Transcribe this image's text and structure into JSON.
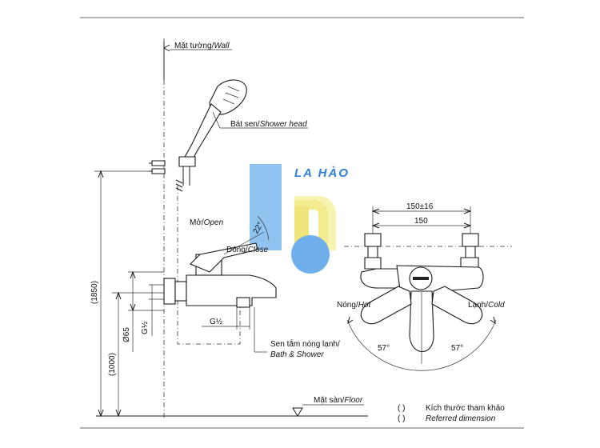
{
  "labels": {
    "wall": "Mặt tường/",
    "wall_en": "Wall",
    "shower_head": "Bát sen/",
    "shower_head_en": "Shower head",
    "open": "Mở/",
    "open_en": "Open",
    "close": "Đóng/",
    "close_en": "Close",
    "angle_22": "22°",
    "bath_shower": "Sen tắm nóng lạnh/",
    "bath_shower_en": "Bath & Shower",
    "hot": "Nóng/",
    "hot_en": "Hot",
    "cold": "Lạnh/",
    "cold_en": "Cold",
    "floor": "Mặt sàn/",
    "floor_en": "Floor",
    "ref_vi": "Kích thước tham khảo",
    "ref_en": "Referred dimension",
    "ref_brackets": "(      )"
  },
  "dimensions": {
    "d1850": "(1850)",
    "d1000": "(1000)",
    "d65": "Ø65",
    "g_half_v": "G½",
    "g_half_h": "G½",
    "d150_16": "150±16",
    "d150": "150",
    "angle_left": "57°",
    "angle_right": "57°"
  },
  "logo": {
    "text": "LA HÀO",
    "blue": "#8fc3f0",
    "yellow": "#f7f3b0",
    "text_color": "#2f7fd6"
  }
}
